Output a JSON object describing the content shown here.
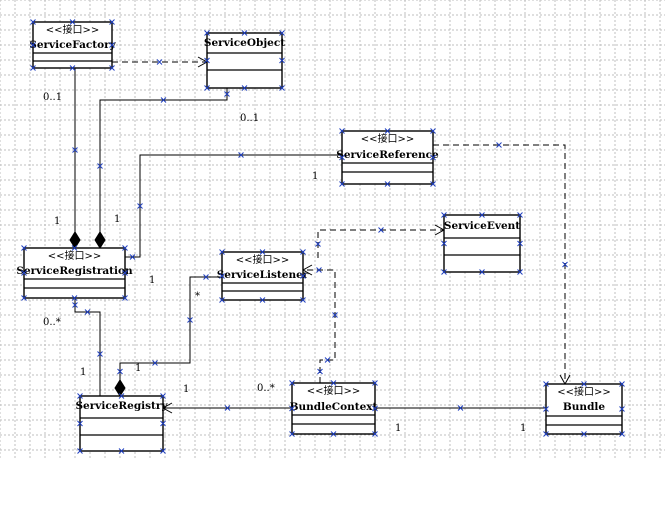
{
  "diagram": {
    "stereotype": "<<接口>>",
    "classes": {
      "service_factory": {
        "name": "ServiceFactory",
        "interface": true
      },
      "service_object": {
        "name": "ServiceObject",
        "interface": false
      },
      "service_reference": {
        "name": "ServiceReference",
        "interface": true
      },
      "service_event": {
        "name": "ServiceEvent",
        "interface": false
      },
      "service_listener": {
        "name": "ServiceListener",
        "interface": true
      },
      "service_registration": {
        "name": "ServiceRegistration",
        "interface": true
      },
      "service_registry": {
        "name": "ServiceRegistry",
        "interface": false
      },
      "bundle_context": {
        "name": "BundleContext",
        "interface": true
      },
      "bundle": {
        "name": "Bundle",
        "interface": true
      }
    },
    "multiplicities": {
      "factory_side": "0..1",
      "object_side": "0..1",
      "registration_factory_end": "1",
      "registration_object_end": "1",
      "reference_end": "1",
      "registration_reference_end": "1",
      "listener_many": "*",
      "registration_many": "0..*",
      "registry_registration_end": "1",
      "registry_listener_end": "1",
      "registry_context_end": "1",
      "context_many": "0..*",
      "context_bundle_end": "1",
      "bundle_end": "1"
    }
  }
}
